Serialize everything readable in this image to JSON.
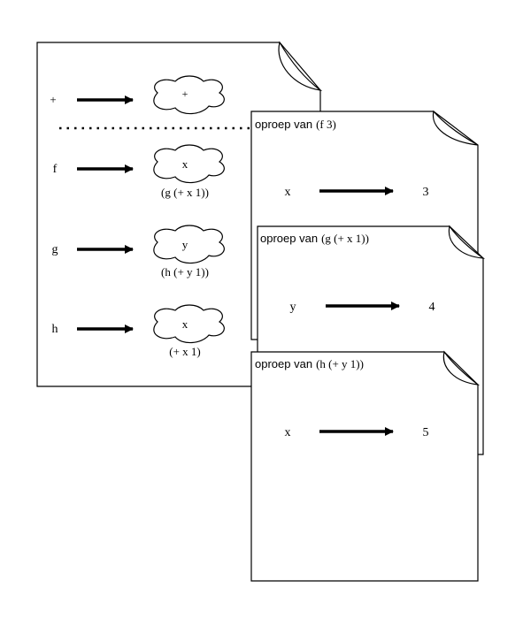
{
  "global_env": {
    "bindings": [
      {
        "name": "+",
        "params": "+",
        "body": ""
      },
      {
        "name": "f",
        "params": "x",
        "body": "(g (+ x 1))"
      },
      {
        "name": "g",
        "params": "y",
        "body": "(h (+ y 1))"
      },
      {
        "name": "h",
        "params": "x",
        "body": "(+ x 1)"
      }
    ]
  },
  "frames": [
    {
      "title": "oproep van",
      "call": "(f 3)",
      "var": "x",
      "value": "3"
    },
    {
      "title": "oproep van",
      "call": "(g (+ x 1))",
      "var": "y",
      "value": "4"
    },
    {
      "title": "oproep van",
      "call": "(h (+ y 1))",
      "var": "x",
      "value": "5"
    }
  ]
}
